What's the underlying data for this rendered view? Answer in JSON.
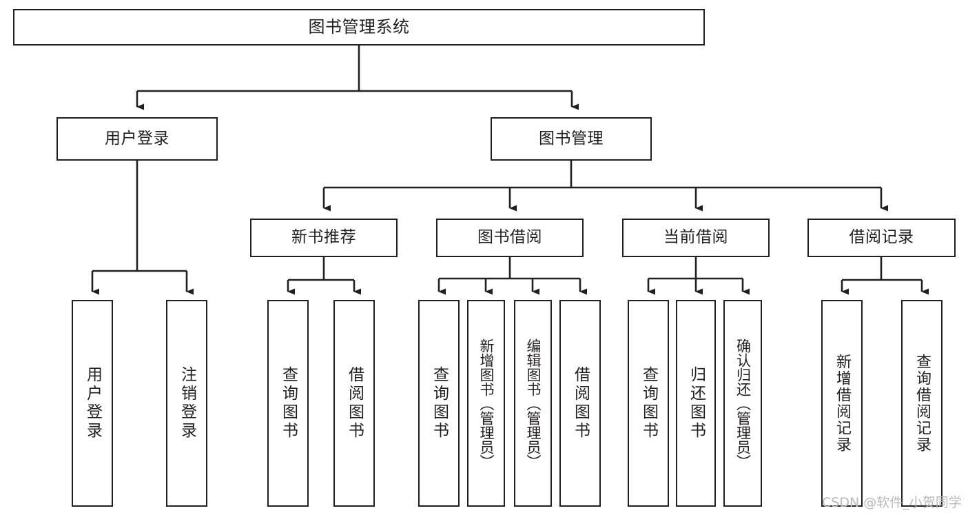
{
  "diagram": {
    "type": "tree-hierarchy-chart",
    "title": "图书管理系统",
    "theme": {
      "background": "#ffffff",
      "box_border": "#231f20",
      "box_fill": "#ffffff",
      "connector": "#231f20",
      "watermark_color": "#b9b9b9"
    },
    "levels": {
      "level1": [
        {
          "id": "root",
          "label": "图书管理系统",
          "orientation": "horizontal"
        }
      ],
      "level2": [
        {
          "id": "user-login",
          "label": "用户登录",
          "orientation": "horizontal"
        },
        {
          "id": "book-management",
          "label": "图书管理",
          "orientation": "horizontal"
        }
      ],
      "level3": [
        {
          "id": "new-book-recommend",
          "label": "新书推荐",
          "orientation": "horizontal",
          "parent": "book-management"
        },
        {
          "id": "book-borrow",
          "label": "图书借阅",
          "orientation": "horizontal",
          "parent": "book-management"
        },
        {
          "id": "current-borrow",
          "label": "当前借阅",
          "orientation": "horizontal",
          "parent": "book-management"
        },
        {
          "id": "borrow-record",
          "label": "借阅记录",
          "orientation": "horizontal",
          "parent": "book-management"
        }
      ],
      "leaves": [
        {
          "id": "leaf-user-login",
          "label": "用户登录",
          "orientation": "vertical",
          "parent": "user-login"
        },
        {
          "id": "leaf-user-logout",
          "label": "注销登录",
          "orientation": "vertical",
          "parent": "user-login"
        },
        {
          "id": "leaf-query-book-1",
          "label": "查询图书",
          "orientation": "vertical",
          "parent": "new-book-recommend"
        },
        {
          "id": "leaf-borrow-book-1",
          "label": "借阅图书",
          "orientation": "vertical",
          "parent": "new-book-recommend"
        },
        {
          "id": "leaf-query-book-2",
          "label": "查询图书",
          "orientation": "vertical",
          "parent": "book-borrow"
        },
        {
          "id": "leaf-add-book",
          "label": "新增图书（管理员）",
          "orientation": "vertical",
          "parent": "book-borrow"
        },
        {
          "id": "leaf-edit-book",
          "label": "编辑图书（管理员）",
          "orientation": "vertical",
          "parent": "book-borrow"
        },
        {
          "id": "leaf-borrow-book-2",
          "label": "借阅图书",
          "orientation": "vertical",
          "parent": "book-borrow"
        },
        {
          "id": "leaf-query-book-3",
          "label": "查询图书",
          "orientation": "vertical",
          "parent": "current-borrow"
        },
        {
          "id": "leaf-return-book",
          "label": "归还图书",
          "orientation": "vertical",
          "parent": "current-borrow"
        },
        {
          "id": "leaf-confirm-return",
          "label": "确认归还（管理员）",
          "orientation": "vertical",
          "parent": "current-borrow"
        },
        {
          "id": "leaf-add-record",
          "label": "新增借阅记录",
          "orientation": "vertical",
          "parent": "borrow-record"
        },
        {
          "id": "leaf-query-record",
          "label": "查询借阅记录",
          "orientation": "vertical",
          "parent": "borrow-record"
        }
      ]
    },
    "watermark": "CSDN @软件_小贺同学"
  }
}
